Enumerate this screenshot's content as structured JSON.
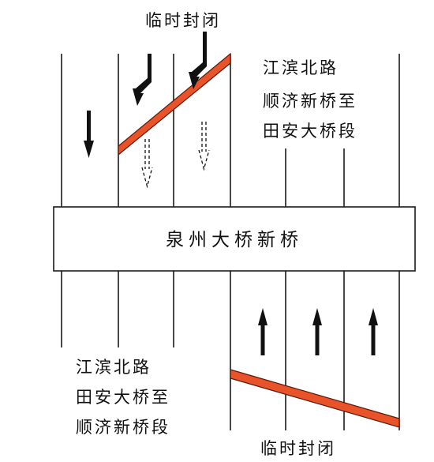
{
  "top_closure_label": "临时封闭",
  "top_section_label": [
    "江滨北路",
    "顺济新桥至",
    "田安大桥段"
  ],
  "bridge_label": "泉州大桥新桥",
  "bottom_section_label": [
    "江滨北路",
    "田安大桥至",
    "顺济新桥段"
  ],
  "bottom_closure_label": "临时封闭",
  "colors": {
    "lane_line": "#1a1a1a",
    "closure_bar": "#e8532a",
    "closure_bar_edge": "#5a1a0a",
    "arrow": "#111111",
    "bridge_fill": "#ffffff"
  },
  "icons": [
    "down-arrow-icon",
    "turn-down-arrow-icon",
    "dashed-down-arrow-icon",
    "up-arrow-icon"
  ]
}
